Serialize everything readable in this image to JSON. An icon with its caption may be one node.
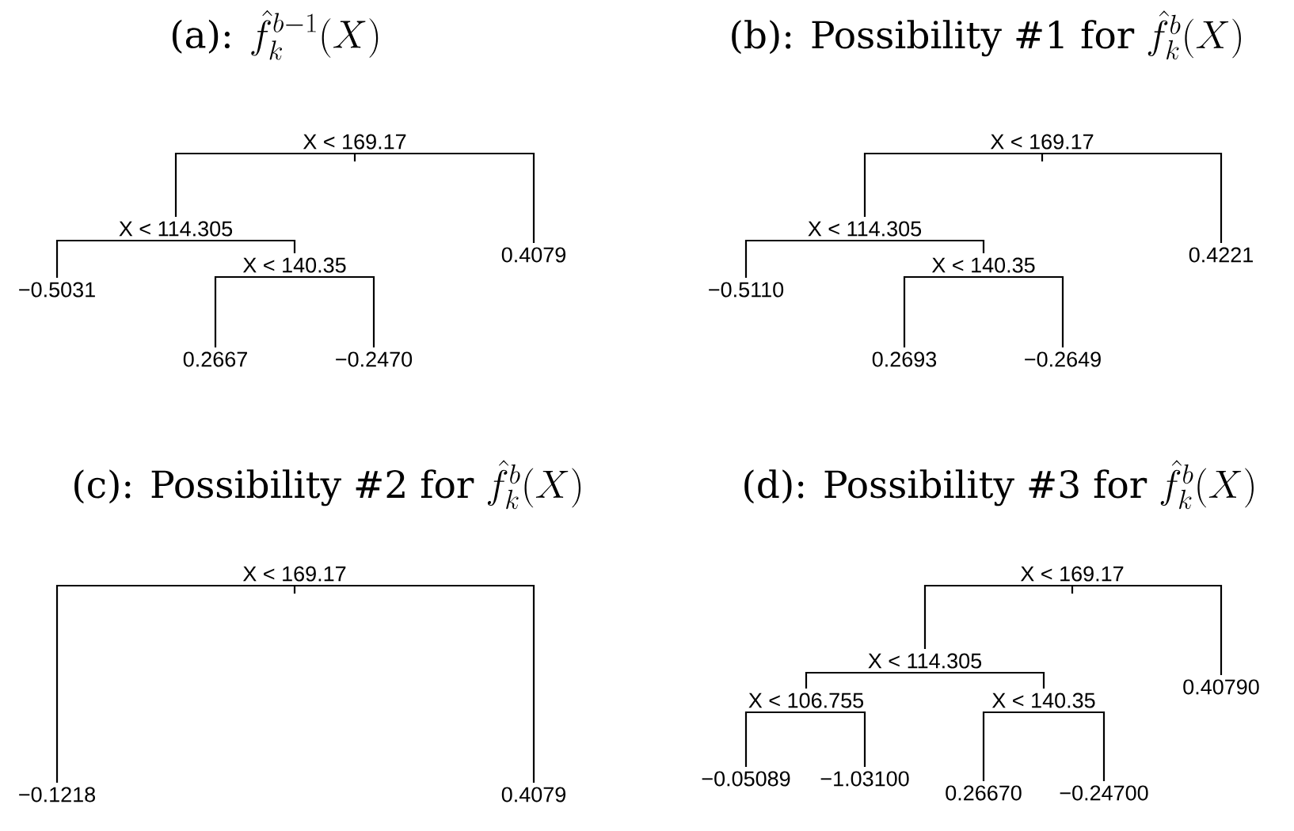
{
  "diagram": {
    "nodes": [
      {
        "text": [
          "X < 169.17"
        ]
      },
      {
        "text": [
          "X < 114.305"
        ]
      },
      {
        "text": [
          "0.4079"
        ]
      },
      {
        "text": [
          "X < 140.35"
        ]
      },
      {
        "text": [
          "−0.5031"
        ]
      },
      {
        "text": [
          "0.2667"
        ]
      },
      {
        "text": [
          "−0.2470"
        ]
      },
      {
        "text": [
          "X < 169.17"
        ]
      },
      {
        "text": [
          "X < 114.305"
        ]
      },
      {
        "text": [
          "0.4221"
        ]
      },
      {
        "text": [
          "X < 140.35"
        ]
      },
      {
        "text": [
          "−0.5110"
        ]
      },
      {
        "text": [
          "0.2693"
        ]
      },
      {
        "text": [
          "−0.2649"
        ]
      },
      {
        "text": [
          "X < 169.17"
        ]
      },
      {
        "text": [
          "−0.1218"
        ]
      },
      {
        "text": [
          "0.4079"
        ]
      },
      {
        "text": [
          "X < 169.17"
        ]
      },
      {
        "text": [
          "X < 114.305"
        ]
      },
      {
        "text": [
          "0.40790"
        ]
      },
      {
        "text": [
          "X < 106.755"
        ]
      },
      {
        "text": [
          "X < 140.35"
        ]
      },
      {
        "text": [
          "−0.05089"
        ]
      },
      {
        "text": [
          "−1.03100"
        ]
      },
      {
        "text": [
          "0.26670"
        ]
      },
      {
        "text": [
          "−0.24700"
        ]
      }
    ],
    "edges": [
      {
        "from": 0,
        "to": 1,
        "arrow": "none"
      },
      {
        "from": 0,
        "to": 2,
        "arrow": "none"
      },
      {
        "from": 1,
        "to": 4,
        "arrow": "none"
      },
      {
        "from": 1,
        "to": 3,
        "arrow": "none"
      },
      {
        "from": 3,
        "to": 5,
        "arrow": "none"
      },
      {
        "from": 3,
        "to": 6,
        "arrow": "none"
      },
      {
        "from": 7,
        "to": 8,
        "arrow": "none"
      },
      {
        "from": 7,
        "to": 9,
        "arrow": "none"
      },
      {
        "from": 8,
        "to": 11,
        "arrow": "none"
      },
      {
        "from": 8,
        "to": 10,
        "arrow": "none"
      },
      {
        "from": 10,
        "to": 12,
        "arrow": "none"
      },
      {
        "from": 10,
        "to": 13,
        "arrow": "none"
      },
      {
        "from": 14,
        "to": 15,
        "arrow": "none"
      },
      {
        "from": 14,
        "to": 16,
        "arrow": "none"
      },
      {
        "from": 17,
        "to": 18,
        "arrow": "none"
      },
      {
        "from": 17,
        "to": 19,
        "arrow": "none"
      },
      {
        "from": 18,
        "to": 20,
        "arrow": "none"
      },
      {
        "from": 18,
        "to": 21,
        "arrow": "none"
      },
      {
        "from": 20,
        "to": 22,
        "arrow": "none"
      },
      {
        "from": 20,
        "to": 23,
        "arrow": "none"
      },
      {
        "from": 21,
        "to": 24,
        "arrow": "none"
      },
      {
        "from": 21,
        "to": 25,
        "arrow": "none"
      }
    ],
    "labels": [
      "\\text{(a): }\\hat{f}_k^{b-1}(X)",
      "\\text{(b): Possibility \\#1 for }\\hat{f}_k^{b}(X)",
      "\\text{(c): Possibility \\#2 for }\\hat{f}_k^{b}(X)",
      "\\text{(d): Possibility \\#3 for }\\hat{f}_k^{b}(X)"
    ]
  }
}
